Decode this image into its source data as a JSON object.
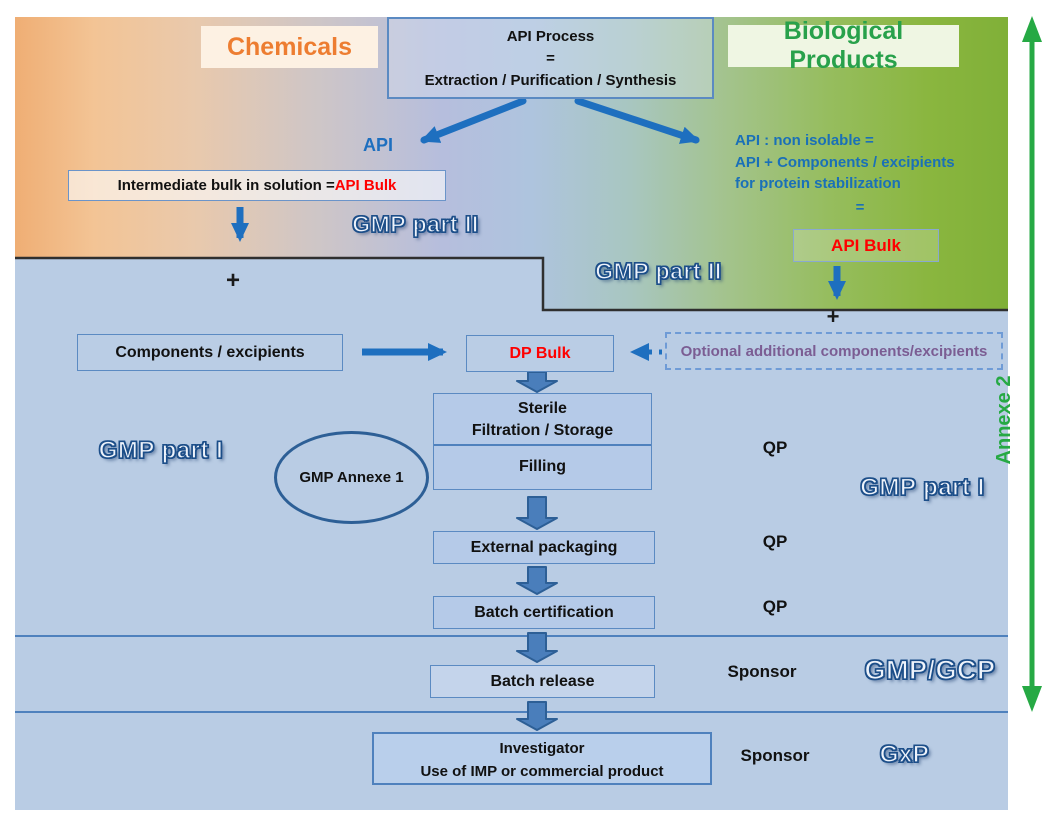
{
  "top": {
    "chemicals_label": "Chemicals",
    "biological_label": "Biological Products",
    "api_process_line1": "API Process",
    "api_process_line2": "=",
    "api_process_line3": "Extraction / Purification / Synthesis",
    "api_label": "API",
    "intermediate_prefix": "Intermediate bulk in solution = ",
    "intermediate_red": "API Bulk",
    "gmp_part2_left": "GMP part II",
    "gmp_part2_right": "GMP part II",
    "plus_left": "+",
    "api_non_isolable": "API : non isolable =\nAPI + Components / excipients\nfor protein stabilization",
    "api_non_isolable_equals": "=",
    "api_bulk_right": "API Bulk",
    "plus_right": "+"
  },
  "middle": {
    "components_box": "Components / excipients",
    "dp_bulk": "DP Bulk",
    "optional_box": "Optional additional components/excipients",
    "sterile_line1": "Sterile",
    "sterile_line2": "Filtration / Storage",
    "filling": "Filling",
    "gmp_annexe1": "GMP Annexe 1",
    "gmp_part1_left": "GMP part I",
    "gmp_part1_right": "GMP part I",
    "qp1": "QP",
    "qp2": "QP",
    "qp3": "QP",
    "external_packaging": "External packaging",
    "batch_certification": "Batch certification"
  },
  "bottom": {
    "batch_release": "Batch release",
    "sponsor1": "Sponsor",
    "gmp_gcp": "GMP/GCP",
    "investigator_line1": "Investigator",
    "investigator_line2": "Use of IMP or commercial product",
    "sponsor2": "Sponsor",
    "gxp": "GxP"
  },
  "side": {
    "annexe2": "Annexe 2"
  },
  "colors": {
    "chemicals_orange": "#ED7D31",
    "biological_green": "#28A14B",
    "blue_text": "#1A70B8",
    "red_text": "#FF0000",
    "purple_text": "#7B5D93",
    "arrow_blue": "#1E6FBF",
    "block_arrow_fill": "#4A7EBB",
    "annexe2_green": "#26A944",
    "region_blue": "#B9CCE4"
  }
}
